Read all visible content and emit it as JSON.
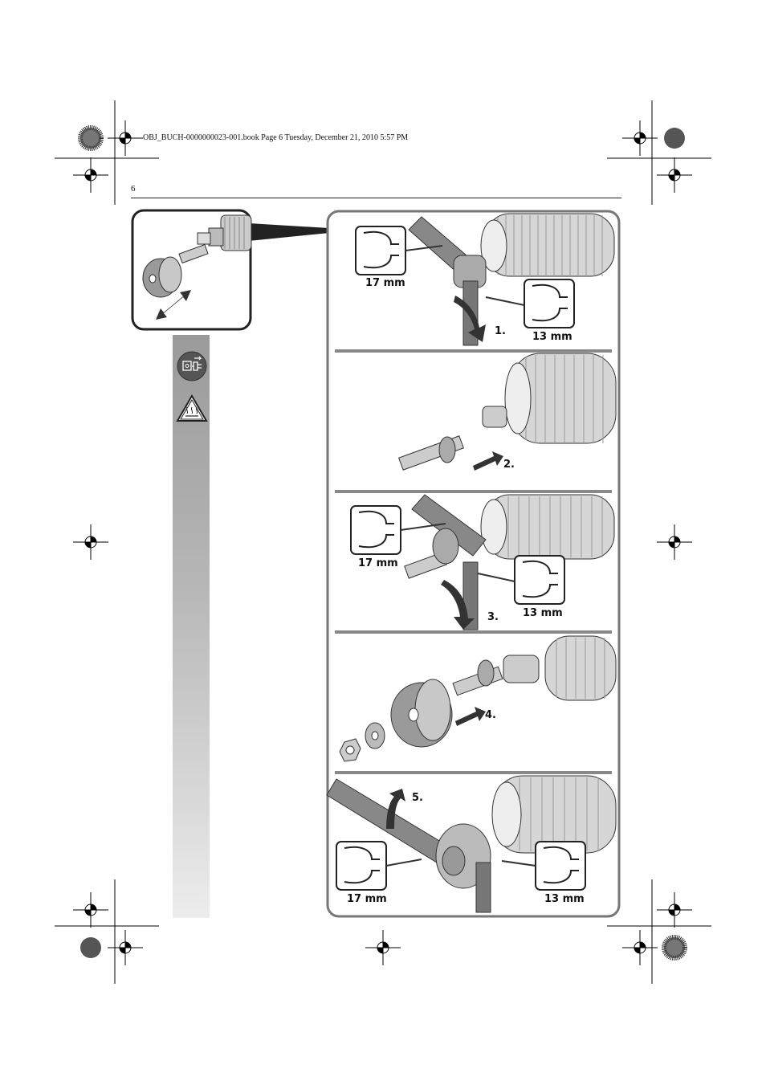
{
  "header": {
    "file_info": "OBJ_BUCH-0000000023-001.book  Page 6  Tuesday, December 21, 2010  5:57 PM",
    "page_number": "6"
  },
  "icons": [
    "unplug-icon",
    "hot-surface-warning-icon"
  ],
  "steps": [
    {
      "number": "1.",
      "wrench_left": "17 mm",
      "wrench_right": "13 mm"
    },
    {
      "number": "2."
    },
    {
      "number": "3.",
      "wrench_left": "17 mm",
      "wrench_right": "13 mm"
    },
    {
      "number": "4."
    },
    {
      "number": "5.",
      "wrench_left": "17 mm",
      "wrench_right": "13 mm"
    }
  ]
}
